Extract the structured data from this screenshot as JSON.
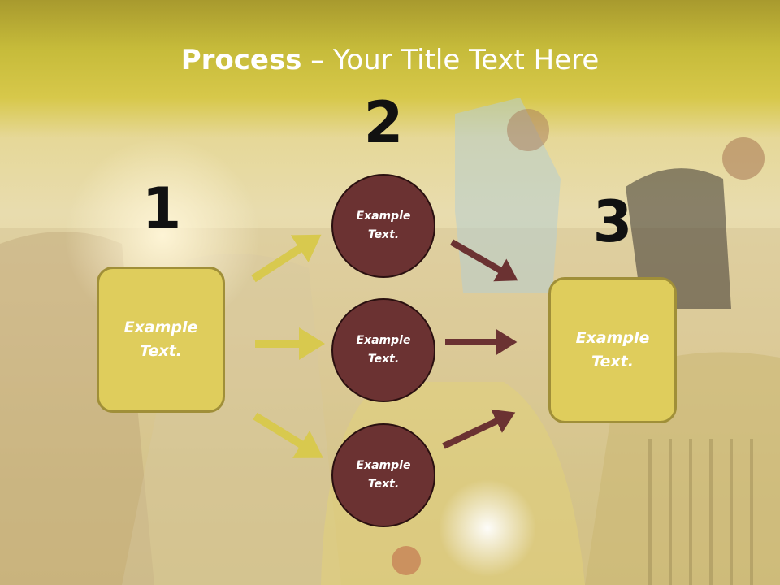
{
  "slide": {
    "title_bold": "Process",
    "title_rest": " – Your Title Text Here"
  },
  "steps": [
    {
      "number": "1",
      "label": "Example Text."
    },
    {
      "number": "2",
      "items": [
        "Example Text.",
        "Example Text.",
        "Example Text."
      ]
    },
    {
      "number": "3",
      "label": "Example Text."
    }
  ],
  "colors": {
    "box_fill": "#dfcd5c",
    "box_border": "#a08f38",
    "circle_fill": "#6b3232",
    "arrow_yellow": "#d8c94e",
    "arrow_red": "#6b3232"
  }
}
